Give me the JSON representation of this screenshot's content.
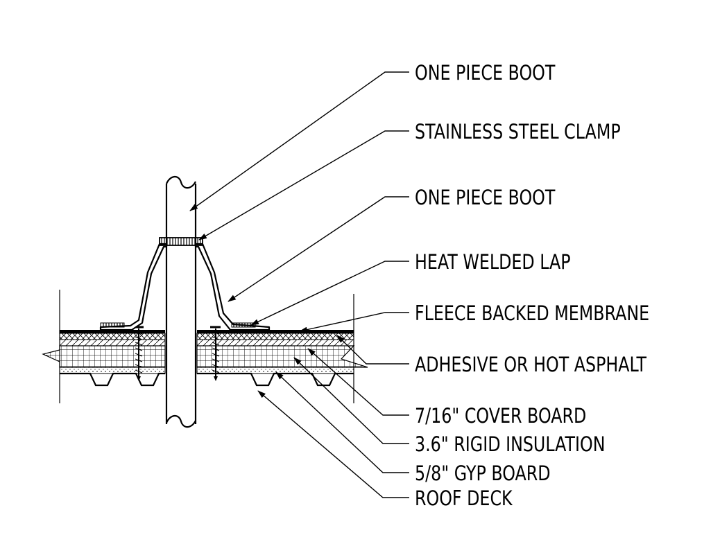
{
  "callouts": [
    {
      "id": "one-piece-boot-top",
      "label": "ONE PIECE BOOT"
    },
    {
      "id": "stainless-steel-clamp",
      "label": "STAINLESS STEEL CLAMP"
    },
    {
      "id": "one-piece-boot-lower",
      "label": "ONE PIECE BOOT"
    },
    {
      "id": "heat-welded-lap",
      "label": "HEAT WELDED LAP"
    },
    {
      "id": "fleece-backed-membrane",
      "label": "FLEECE BACKED MEMBRANE"
    },
    {
      "id": "adhesive-or-hot-asphalt",
      "label": "ADHESIVE OR HOT ASPHALT"
    },
    {
      "id": "cover-board",
      "label": "7/16\" COVER BOARD"
    },
    {
      "id": "rigid-insulation",
      "label": "3.6\" RIGID INSULATION"
    },
    {
      "id": "gyp-board",
      "label": "5/8\" GYP BOARD"
    },
    {
      "id": "roof-deck",
      "label": "ROOF DECK"
    }
  ],
  "colors": {
    "ink": "#000000",
    "background": "#ffffff"
  }
}
